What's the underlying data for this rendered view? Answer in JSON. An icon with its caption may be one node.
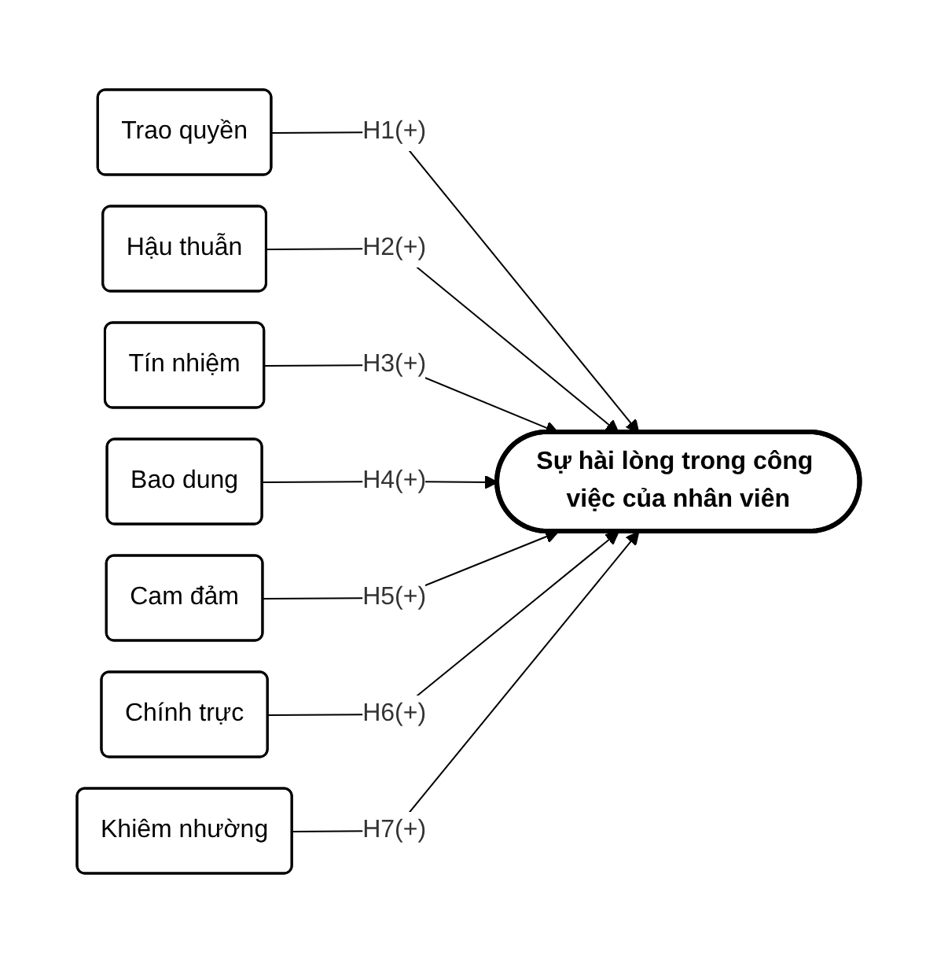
{
  "diagram": {
    "nodes": [
      {
        "text": [
          "Trao quyền"
        ]
      },
      {
        "text": [
          "Hậu thuẫn"
        ]
      },
      {
        "text": [
          "Tín nhiệm"
        ]
      },
      {
        "text": [
          "Bao dung"
        ]
      },
      {
        "text": [
          "Cam đảm"
        ]
      },
      {
        "text": [
          "Chính trực"
        ]
      },
      {
        "text": [
          "Khiêm nhường"
        ]
      },
      {
        "text": [
          "Sự hài lòng trong công việc của nhân viên"
        ]
      }
    ],
    "edges": [
      {
        "from": 0,
        "to": 7,
        "arrow": "to",
        "label": "H1(+)"
      },
      {
        "from": 1,
        "to": 7,
        "arrow": "to",
        "label": "H2(+)"
      },
      {
        "from": 2,
        "to": 7,
        "arrow": "to",
        "label": "H3(+)"
      },
      {
        "from": 3,
        "to": 7,
        "arrow": "to",
        "label": "H4(+)"
      },
      {
        "from": 4,
        "to": 7,
        "arrow": "to",
        "label": "H5(+)"
      },
      {
        "from": 5,
        "to": 7,
        "arrow": "to",
        "label": "H6(+)"
      },
      {
        "from": 6,
        "to": 7,
        "arrow": "to",
        "label": "H7(+)"
      }
    ]
  }
}
